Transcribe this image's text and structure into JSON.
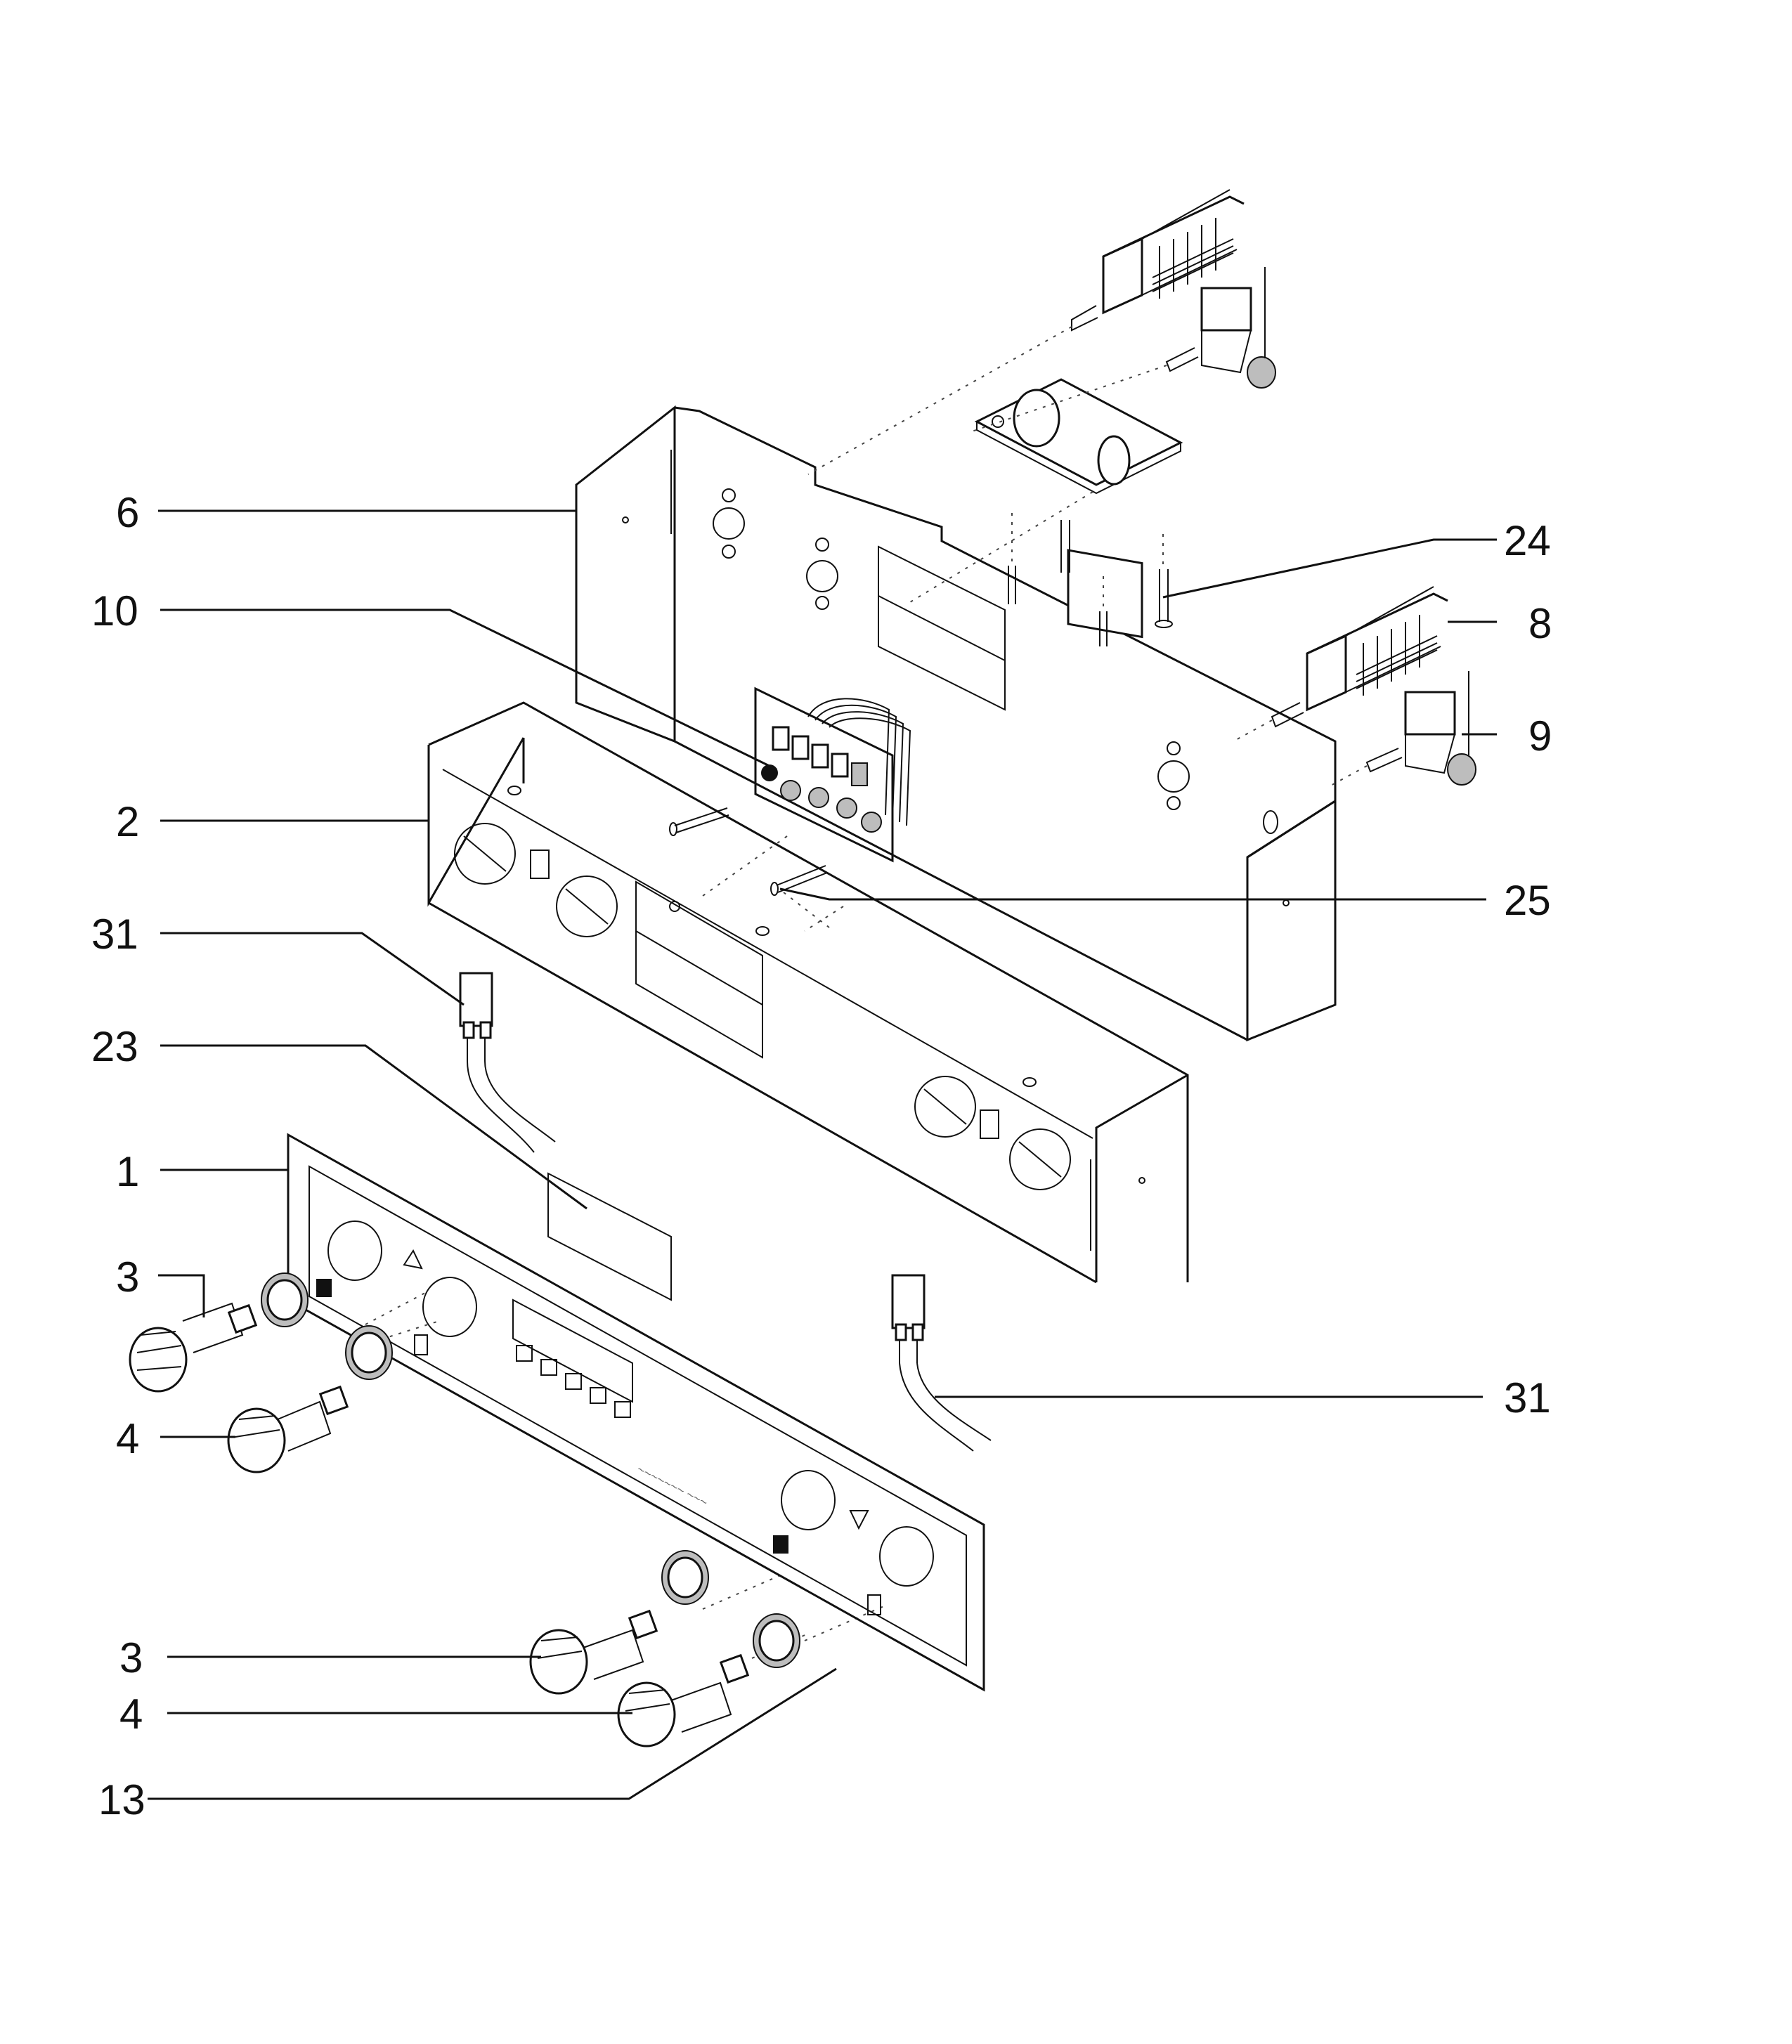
{
  "callouts": [
    {
      "id": "6",
      "text": "6"
    },
    {
      "id": "10",
      "text": "10"
    },
    {
      "id": "2",
      "text": "2"
    },
    {
      "id": "31a",
      "text": "31"
    },
    {
      "id": "23",
      "text": "23"
    },
    {
      "id": "1",
      "text": "1"
    },
    {
      "id": "3a",
      "text": "3"
    },
    {
      "id": "4a",
      "text": "4"
    },
    {
      "id": "3b",
      "text": "3"
    },
    {
      "id": "4b",
      "text": "4"
    },
    {
      "id": "13",
      "text": "13"
    },
    {
      "id": "24",
      "text": "24"
    },
    {
      "id": "8",
      "text": "8"
    },
    {
      "id": "9",
      "text": "9"
    },
    {
      "id": "25",
      "text": "25"
    },
    {
      "id": "31b",
      "text": "31"
    }
  ],
  "colors": {
    "ink": "#111111",
    "background": "#ffffff"
  },
  "panel_icons": [
    "triangle-up-icon",
    "triangle-down-icon",
    "display-window",
    "control-buttons-row"
  ]
}
